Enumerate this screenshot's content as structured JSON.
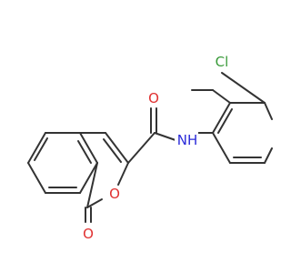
{
  "molecule": {
    "atoms": [
      {
        "label": "Cl",
        "color": "#3a9b3a"
      },
      {
        "label": "NH",
        "color": "#2b2bd9"
      },
      {
        "label": "O",
        "color": "#e03030"
      },
      {
        "label": "O",
        "color": "#e03030"
      },
      {
        "label": "O",
        "color": "#e03030"
      }
    ]
  }
}
